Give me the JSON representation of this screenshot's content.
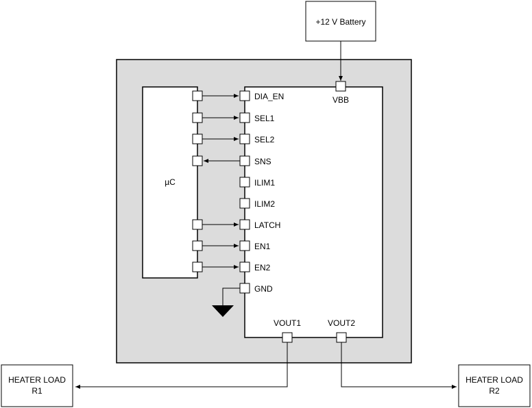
{
  "battery": {
    "label": "+12 V Battery"
  },
  "microcontroller": {
    "label": "µC"
  },
  "driver": {
    "supply_pin": "VBB",
    "input_pins": [
      "DIA_EN",
      "SEL1",
      "SEL2",
      "SNS",
      "ILIM1",
      "ILIM2",
      "LATCH",
      "EN1",
      "EN2",
      "GND"
    ],
    "output_pins": [
      "VOUT1",
      "VOUT2"
    ]
  },
  "loads": {
    "left": {
      "line1": "HEATER LOAD",
      "line2": "R1"
    },
    "right": {
      "line1": "HEATER LOAD",
      "line2": "R2"
    }
  },
  "colors": {
    "board_fill": "#dcdcdc",
    "line": "#000000",
    "box_fill": "#ffffff"
  }
}
